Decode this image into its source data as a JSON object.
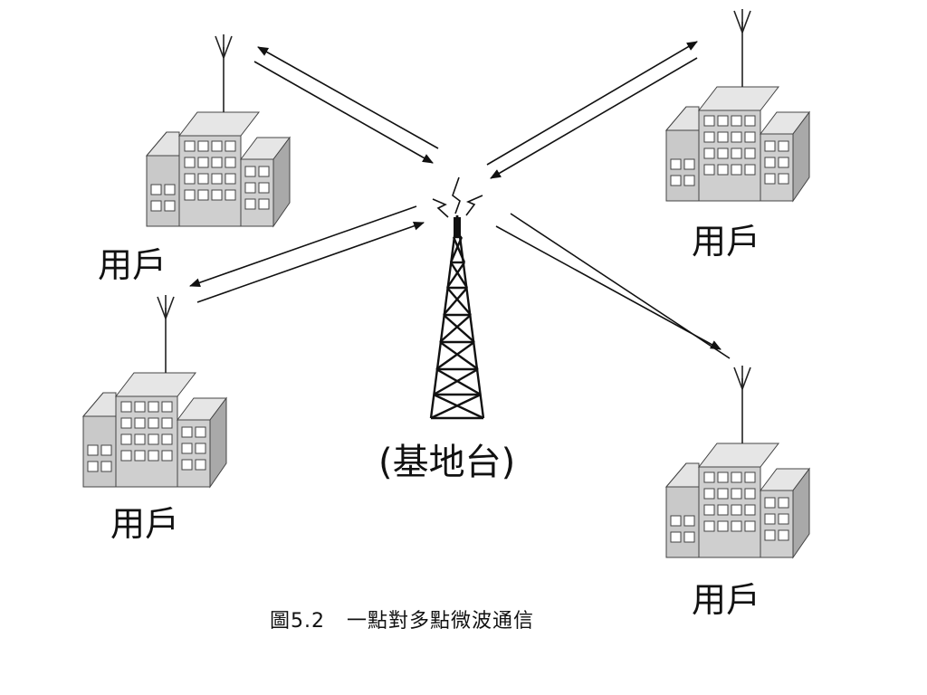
{
  "labels": {
    "user": "用戶",
    "base_station": "(基地台)"
  },
  "caption": {
    "figure_no": "圖5.2",
    "title": "一點對多點微波通信"
  },
  "colors": {
    "building_front": "#cfcfcf",
    "building_side": "#a9a9a9",
    "building_top": "#e4e4e4",
    "window": "#ffffff",
    "line": "#222222"
  }
}
